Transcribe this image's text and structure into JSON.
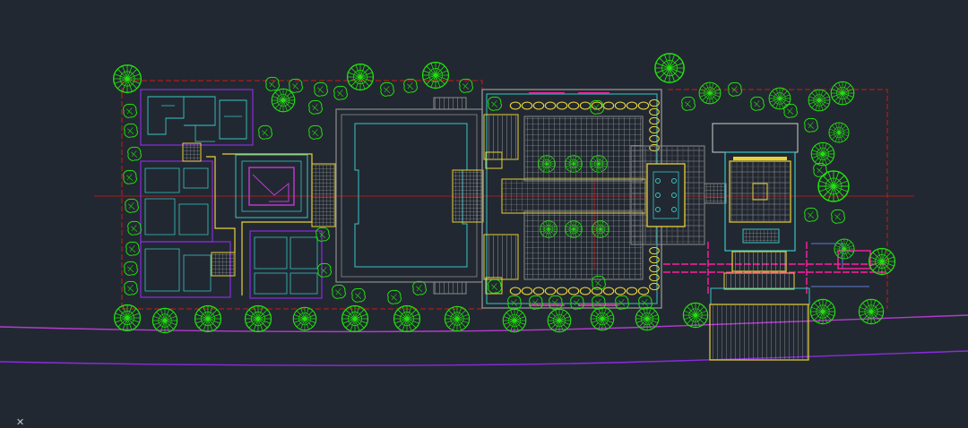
{
  "canvas": {
    "background": "#222831"
  },
  "palette": {
    "green": "#22e00f",
    "cyan": "#35c6c6",
    "yellow": "#e8d23a",
    "magenta": "#c23ad9",
    "hotpink": "#ff1fa3",
    "red": "#d01818",
    "purple": "#8a2be2",
    "white": "#cfcfcf",
    "gray": "#8c8c8c",
    "blue": "#5a7bd6"
  },
  "drawing": {
    "kind": "site-plan",
    "zones": [
      "residential-block-west",
      "central-hall",
      "courtyard-plaza",
      "pavilion",
      "east-tower-block",
      "entrance-plaza"
    ],
    "trees": {
      "large_symbol": "tree-icon",
      "shrub_symbol": "shrub-icon"
    }
  },
  "ucs_icon": {
    "glyph": "✕"
  }
}
